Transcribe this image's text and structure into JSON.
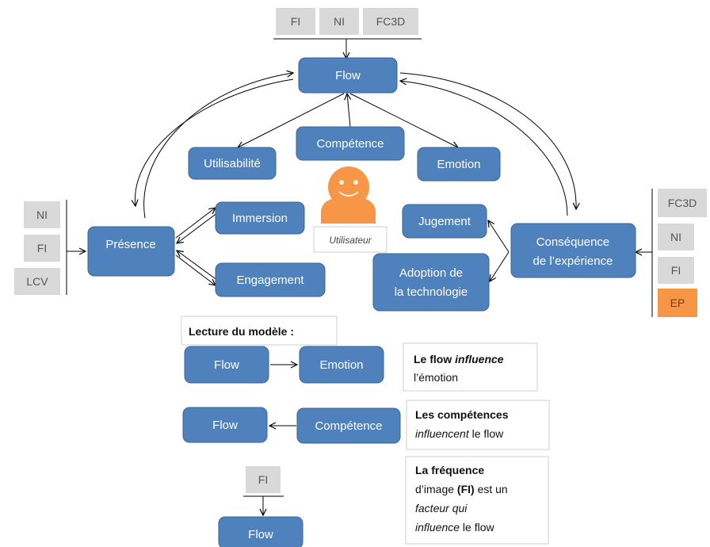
{
  "colors": {
    "node": "#4f81bd",
    "node_stroke": "#3a6596",
    "factor": "#d9d9d9",
    "factor_highlight": "#f79646",
    "user_head": "#f79646"
  },
  "nodes": {
    "flow": "Flow",
    "competence": "Compétence",
    "utilisabilite": "Utilisabilité",
    "emotion": "Emotion",
    "presence": "Présence",
    "immersion": "Immersion",
    "engagement": "Engagement",
    "jugement": "Jugement",
    "consequence_line1": "Conséquence",
    "consequence_line2": "de l’expérience",
    "adoption_line1": "Adoption de",
    "adoption_line2": "la technologie"
  },
  "user": {
    "icon": "user-icon",
    "label": "Utilisateur"
  },
  "factors": {
    "top": [
      "FI",
      "NI",
      "FC3D"
    ],
    "left": [
      "NI",
      "FI",
      "LCV"
    ],
    "right": [
      "FC3D",
      "NI",
      "FI",
      "EP"
    ]
  },
  "legend": {
    "title": "Lecture du modèle :",
    "ex1_from": "Flow",
    "ex1_to": "Emotion",
    "ex1_text_a": "Le flow ",
    "ex1_text_b": "influence",
    "ex1_text_c": "l’émotion",
    "ex2_to": "Flow",
    "ex2_from": "Compétence",
    "ex2_text_a": "Les compétences",
    "ex2_text_b": "influencent",
    "ex2_text_c": " le flow",
    "ex3_factor": "FI",
    "ex3_node": "Flow",
    "ex3_line1": "La fréquence",
    "ex3_line2_a": "d’image ",
    "ex3_line2_b": "(FI)",
    "ex3_line2_c": " est un",
    "ex3_line3": "facteur qui",
    "ex3_line4_a": "influence",
    "ex3_line4_b": " le flow"
  }
}
